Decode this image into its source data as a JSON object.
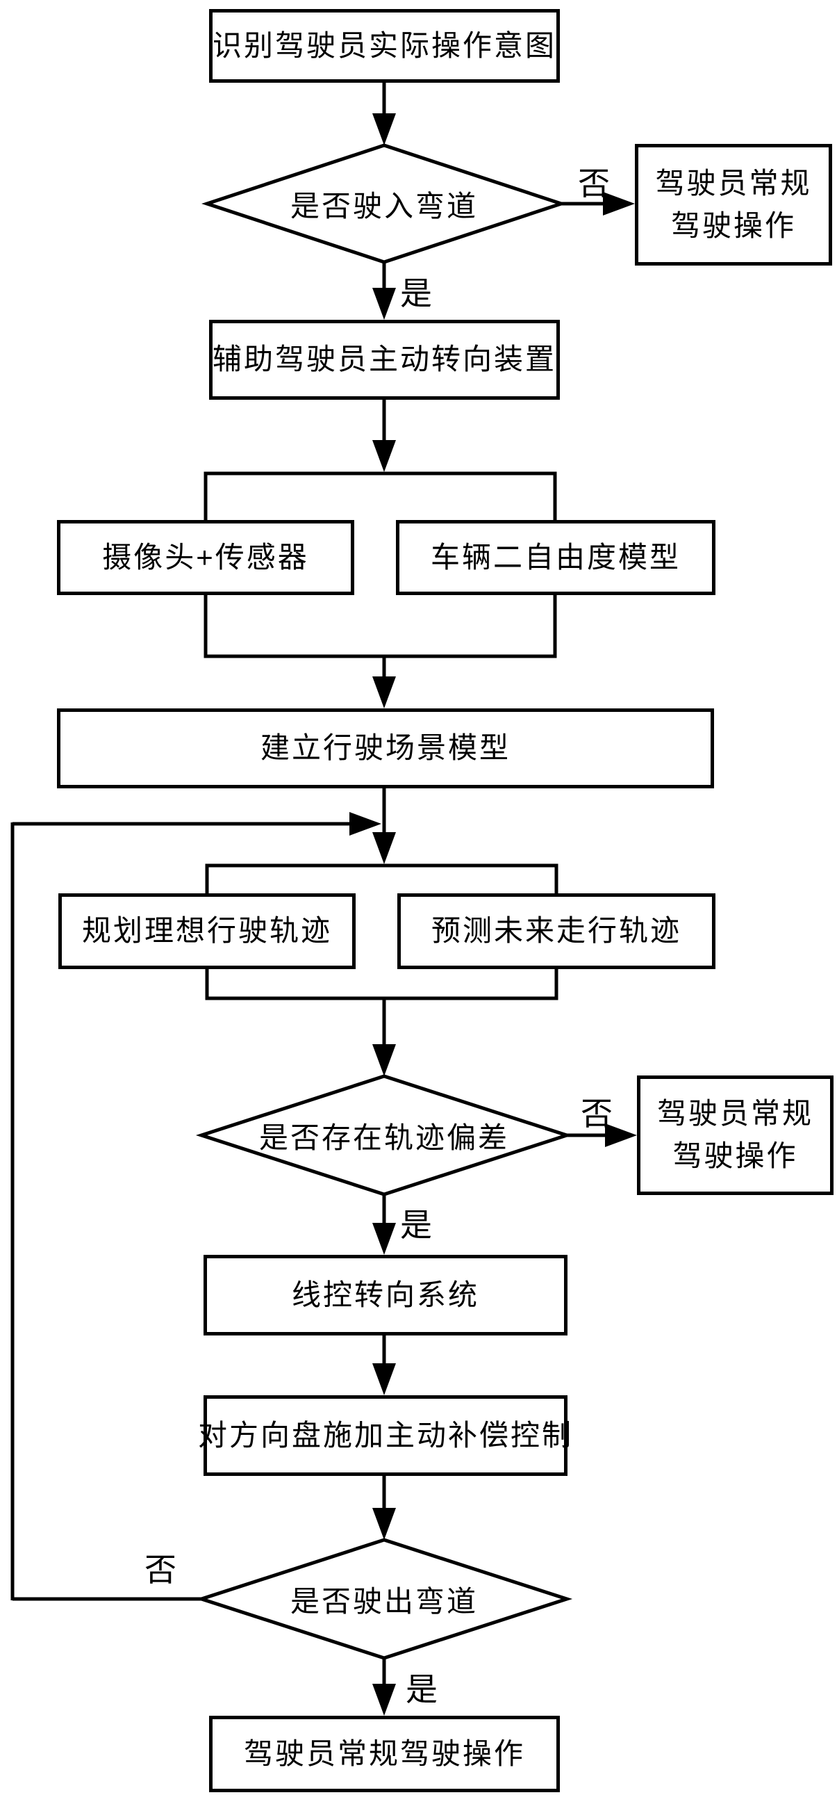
{
  "colors": {
    "line": "#000000",
    "background": "#ffffff",
    "box_fill": "#ffffff",
    "text": "#000000"
  },
  "nodes": {
    "intent": {
      "label": "识别驾驶员实际操作意图"
    },
    "enter_curve_decision": {
      "label": "是否驶入弯道"
    },
    "normal_driving_1": {
      "line1": "驾驶员常规",
      "line2": "驾驶操作"
    },
    "assist_device": {
      "label": "辅助驾驶员主动转向装置"
    },
    "camera_sensor": {
      "label": "摄像头+传感器"
    },
    "vehicle_dof_model": {
      "label": "车辆二自由度模型"
    },
    "scene_model": {
      "label": "建立行驶场景模型"
    },
    "plan_ideal_trajectory": {
      "label": "规划理想行驶轨迹"
    },
    "predict_future_trajectory": {
      "label": "预测未来走行轨迹"
    },
    "deviation_decision": {
      "label": "是否存在轨迹偏差"
    },
    "normal_driving_2": {
      "line1": "驾驶员常规",
      "line2": "驾驶操作"
    },
    "steer_by_wire": {
      "label": "线控转向系统"
    },
    "active_compensation": {
      "label": "对方向盘施加主动补偿控制"
    },
    "exit_curve_decision": {
      "label": "是否驶出弯道"
    },
    "normal_driving_final": {
      "label": "驾驶员常规驾驶操作"
    }
  },
  "edge_labels": {
    "enter_no": "否",
    "enter_yes": "是",
    "deviation_no": "否",
    "deviation_yes": "是",
    "exit_no": "否",
    "exit_yes": "是"
  }
}
